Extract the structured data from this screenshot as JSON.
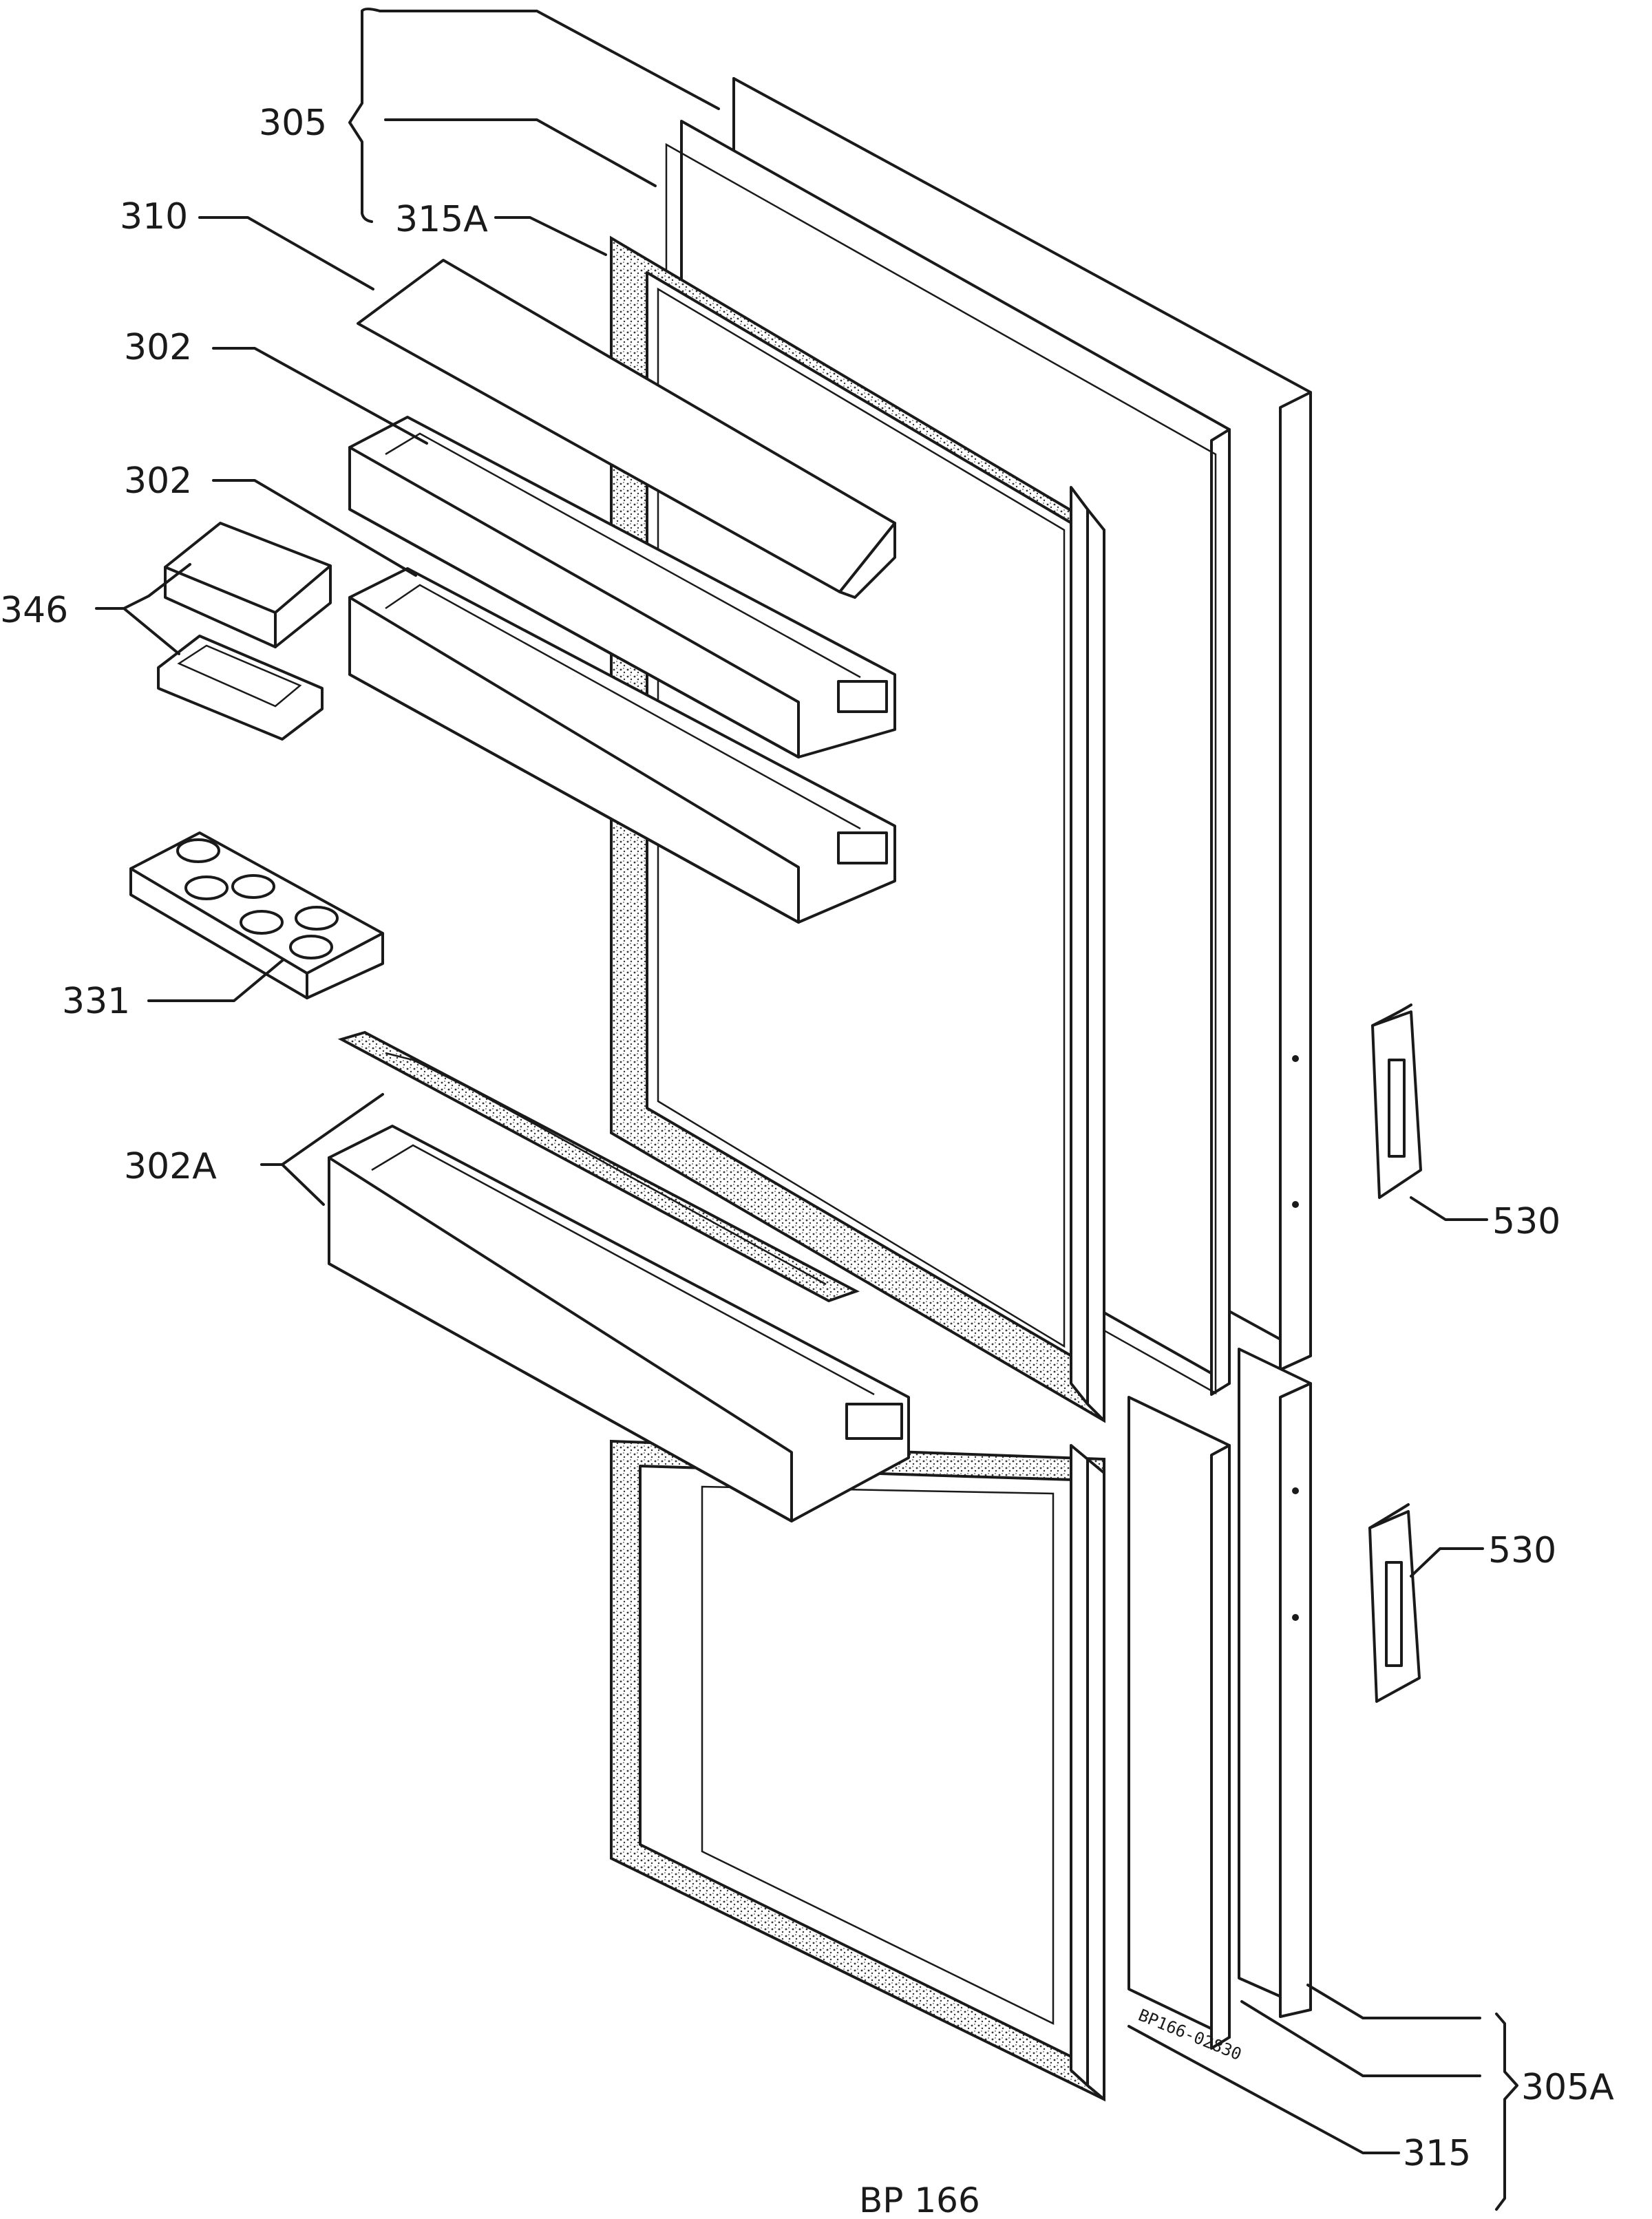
{
  "labels": {
    "l305": "305",
    "l310": "310",
    "l315a": "315A",
    "l302_upper": "302",
    "l302_lower": "302",
    "l346": "346",
    "l331": "331",
    "l302a": "302A",
    "l530_upper": "530",
    "l530_lower": "530",
    "l305a": "305A",
    "l315": "315"
  },
  "drawing_stamp": "BP166-02830",
  "drawing_reference": "BP 166"
}
